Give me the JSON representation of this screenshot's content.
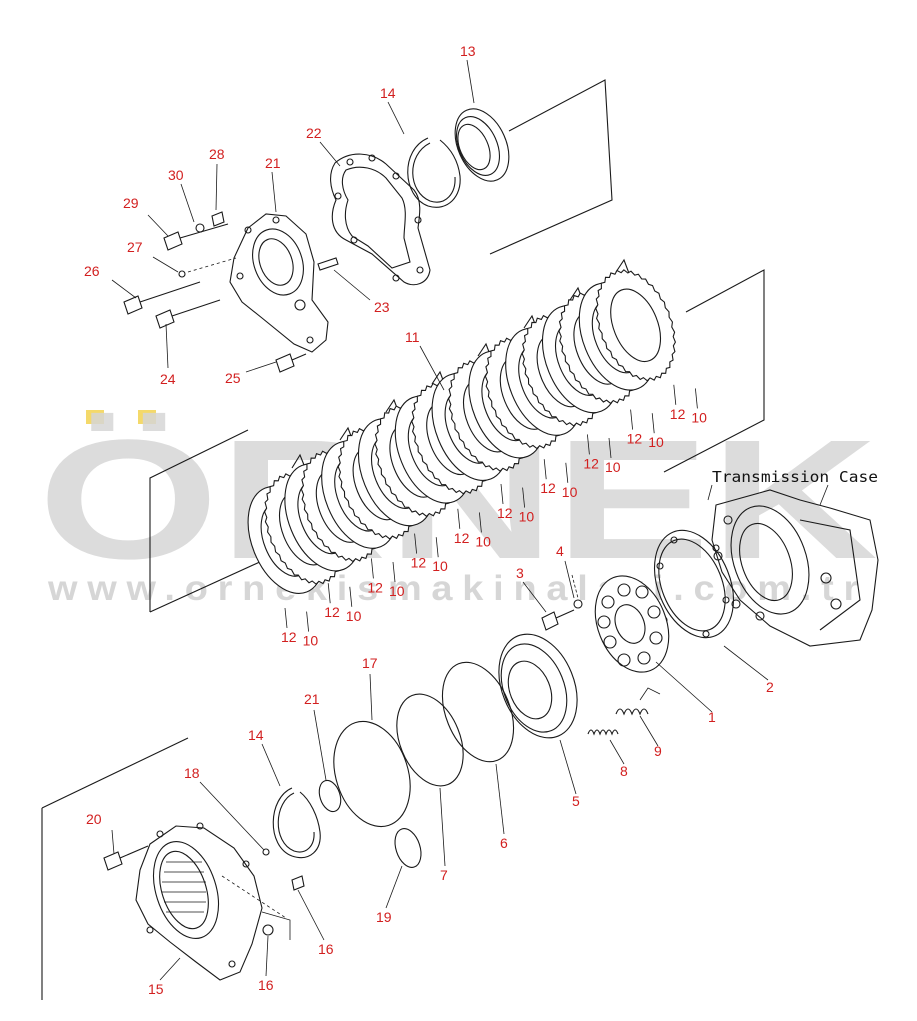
{
  "watermark": {
    "brand": "ÖRNEK",
    "url": "www.ornekismakinalari.com.tr",
    "color": "#d6d6d6",
    "umlaut_color": "#f4d96a"
  },
  "caption": "Transmission Case",
  "callout_color": "#d21f1f",
  "labels": {
    "l1": "1",
    "l2": "2",
    "l3": "3",
    "l4": "4",
    "l5": "5",
    "l6": "6",
    "l7": "7",
    "l8": "8",
    "l9": "9",
    "l11": "11",
    "l13": "13",
    "l14a": "14",
    "l14b": "14",
    "l15": "15",
    "l16a": "16",
    "l16b": "16",
    "l17": "17",
    "l18": "18",
    "l19": "19",
    "l20": "20",
    "l21a": "21",
    "l21b": "21",
    "l22": "22",
    "l23": "23",
    "l24": "24",
    "l25": "25",
    "l26": "26",
    "l27": "27",
    "l28": "28",
    "l29": "29",
    "l30": "30"
  },
  "pack_labels": [
    "12",
    "10",
    "12",
    "10",
    "12",
    "10",
    "12",
    "10",
    "12",
    "10",
    "12",
    "10",
    "12",
    "10",
    "12",
    "10",
    "12",
    "10",
    "12",
    "10"
  ]
}
